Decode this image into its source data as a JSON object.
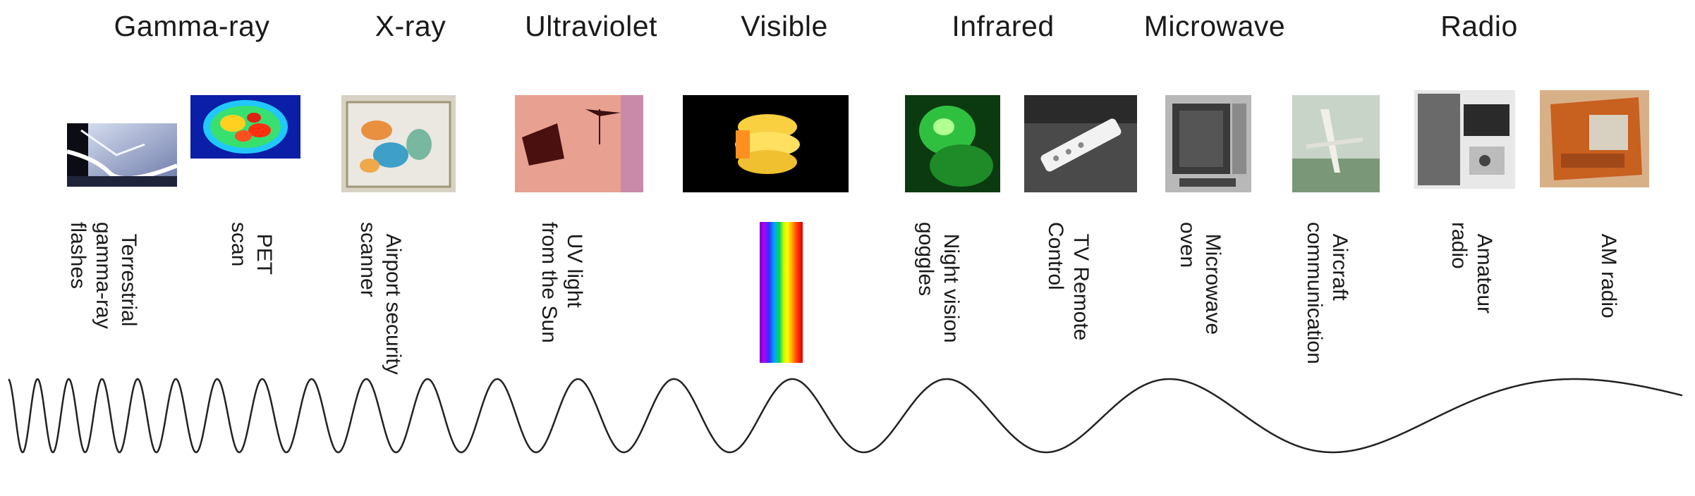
{
  "bands": [
    "Gamma-ray",
    "X-ray",
    "Ultraviolet",
    "Visible",
    "Infrared",
    "Microwave",
    "Radio"
  ],
  "examples": [
    {
      "line1": "Terrestrial",
      "line2": "gamma-ray",
      "line3": "flashes"
    },
    {
      "line1": "PET",
      "line2": "scan"
    },
    {
      "line1": "Airport security",
      "line2": "scanner"
    },
    {
      "line1": "UV light",
      "line2": "from the Sun"
    },
    {
      "line1": "Night vision",
      "line2": "goggles"
    },
    {
      "line1": "TV Remote",
      "line2": "Control"
    },
    {
      "line1": "Microwave",
      "line2": "oven"
    },
    {
      "line1": "Aircraft",
      "line2": "communication"
    },
    {
      "line1": "Amateur",
      "line2": "radio"
    },
    {
      "line1": "AM radio"
    }
  ],
  "images": [
    "lightning-photo",
    "pet-scan-image",
    "xray-bag-image",
    "sun-uv-image",
    "light-bulb-image",
    "night-vision-image",
    "tv-remote-image",
    "microwave-oven-image",
    "aircraft-image",
    "amateur-radio-image",
    "am-radio-image"
  ],
  "colors": {
    "wave": "#222222",
    "spectrum": [
      "#7a00b8",
      "#3030ff",
      "#00a8ff",
      "#00d060",
      "#ffff00",
      "#ffa000",
      "#e00000"
    ]
  }
}
